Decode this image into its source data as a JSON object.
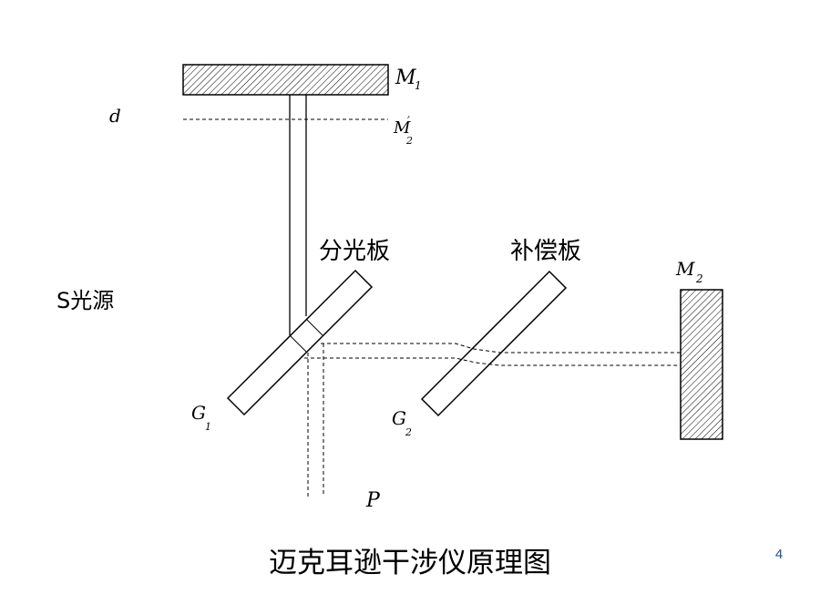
{
  "labels": {
    "m1_main": "M",
    "m1_sub": "1",
    "m2prime_main": "M",
    "m2prime_prime": "′",
    "m2prime_sub": "2",
    "d": "d",
    "m2_main": "M",
    "m2_sub": "2",
    "g1_main": "G",
    "g1_sub": "1",
    "g2_main": "G",
    "g2_sub": "2",
    "p": "P",
    "beam_splitter": "分光板",
    "compensator": "补偿板",
    "light_source": "S光源"
  },
  "caption": "迈克耳逊干涉仪原理图",
  "page_number": "4",
  "colors": {
    "line": "#000000",
    "page_number": "#1f4ea3",
    "background": "#ffffff"
  }
}
